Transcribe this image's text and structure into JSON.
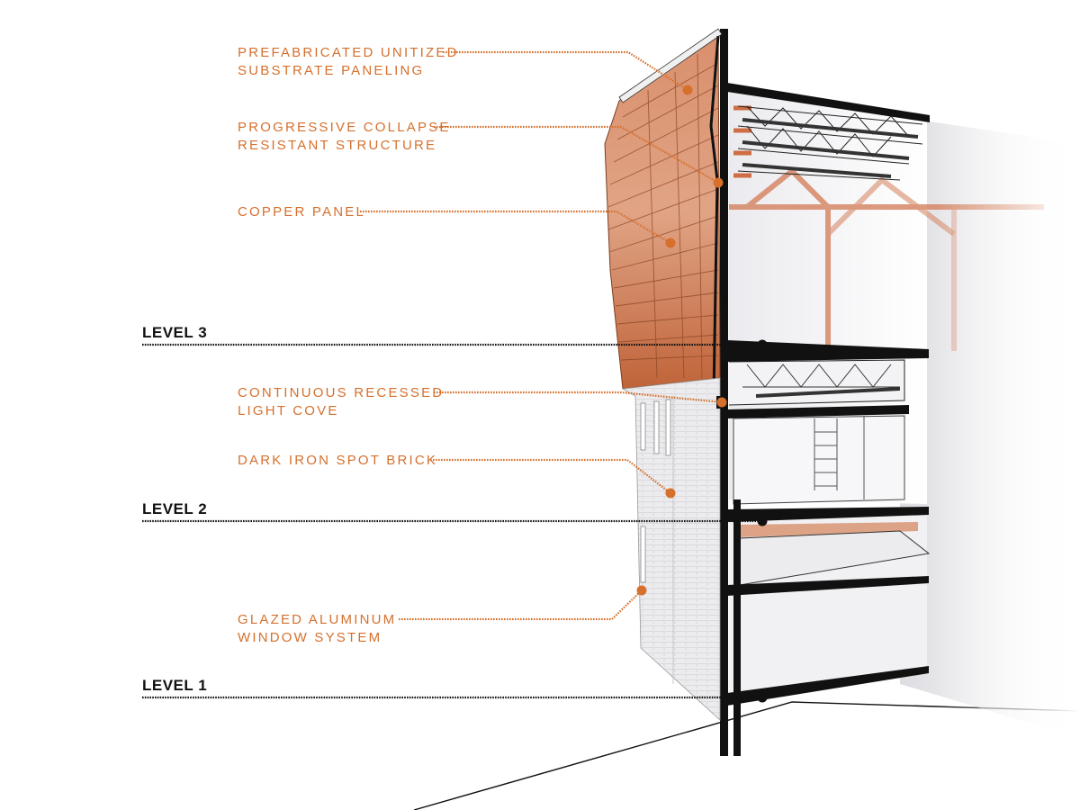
{
  "colors": {
    "accent": "#d5702d",
    "structure": "#111111",
    "copper_light": "#e6a27f",
    "copper_dark": "#b4532c",
    "brick": "#e9e9ec",
    "interior": "#f3f3f5"
  },
  "callouts": [
    {
      "line1": "PREFABRICATED UNITIZED",
      "line2": "SUBSTRATE PANELING"
    },
    {
      "line1": "PROGRESSIVE COLLAPSE",
      "line2": "RESISTANT STRUCTURE"
    },
    {
      "line1": "COPPER PANEL",
      "line2": ""
    },
    {
      "line1": "CONTINUOUS RECESSED",
      "line2": "LIGHT COVE"
    },
    {
      "line1": "DARK IRON SPOT BRICK",
      "line2": ""
    },
    {
      "line1": "GLAZED ALUMINUM",
      "line2": "WINDOW SYSTEM"
    }
  ],
  "levels": [
    {
      "label": "LEVEL 3"
    },
    {
      "label": "LEVEL 2"
    },
    {
      "label": "LEVEL 1"
    }
  ]
}
